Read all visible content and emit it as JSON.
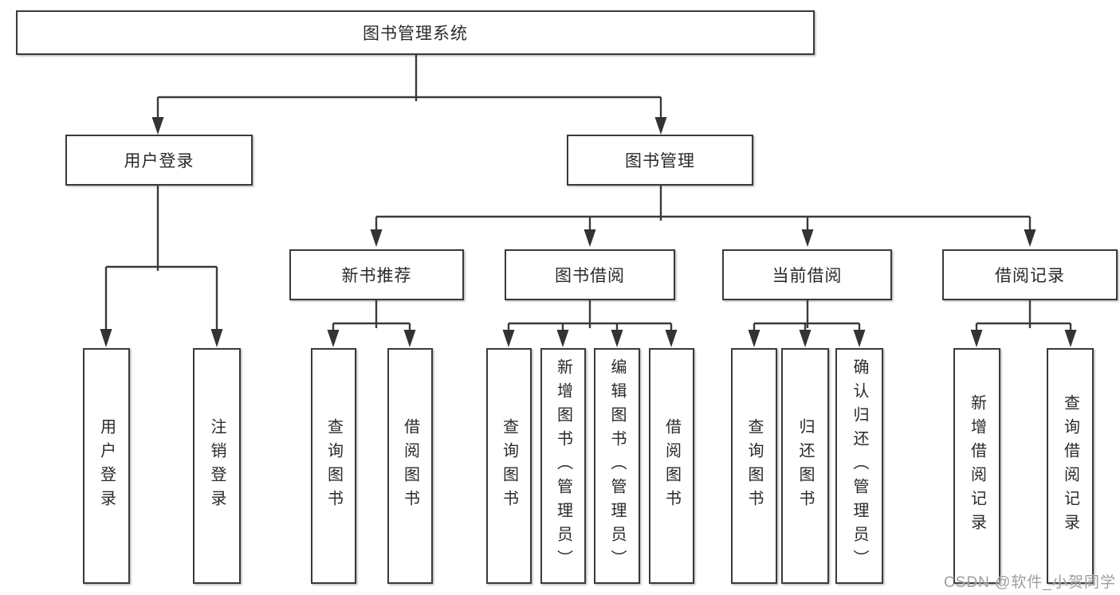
{
  "diagram": {
    "title": "图书管理系统",
    "level2": {
      "user_login": "用户登录",
      "book_management": "图书管理"
    },
    "level3": {
      "new_book_recommend": "新书推荐",
      "book_borrow": "图书借阅",
      "current_borrow": "当前借阅",
      "borrow_records": "借阅记录"
    },
    "leaves": {
      "user_login_leaf": "用户登录",
      "logout": "注销登录",
      "query_books_1": "查询图书",
      "borrow_books_1": "借阅图书",
      "query_books_2": "查询图书",
      "add_books": "新增图书（管理员）",
      "edit_books": "编辑图书（管理员）",
      "borrow_books_2": "借阅图书",
      "query_books_3": "查询图书",
      "return_books": "归还图书",
      "confirm_return": "确认归还（管理员）",
      "add_borrow_record": "新增借阅记录",
      "query_borrow_record": "查询借阅记录"
    }
  },
  "watermark": "CSDN @软件_小贺同学",
  "colors": {
    "line": "#3a3a3a",
    "text": "#2a2a2a",
    "background": "#ffffff",
    "watermark": "#969696"
  }
}
